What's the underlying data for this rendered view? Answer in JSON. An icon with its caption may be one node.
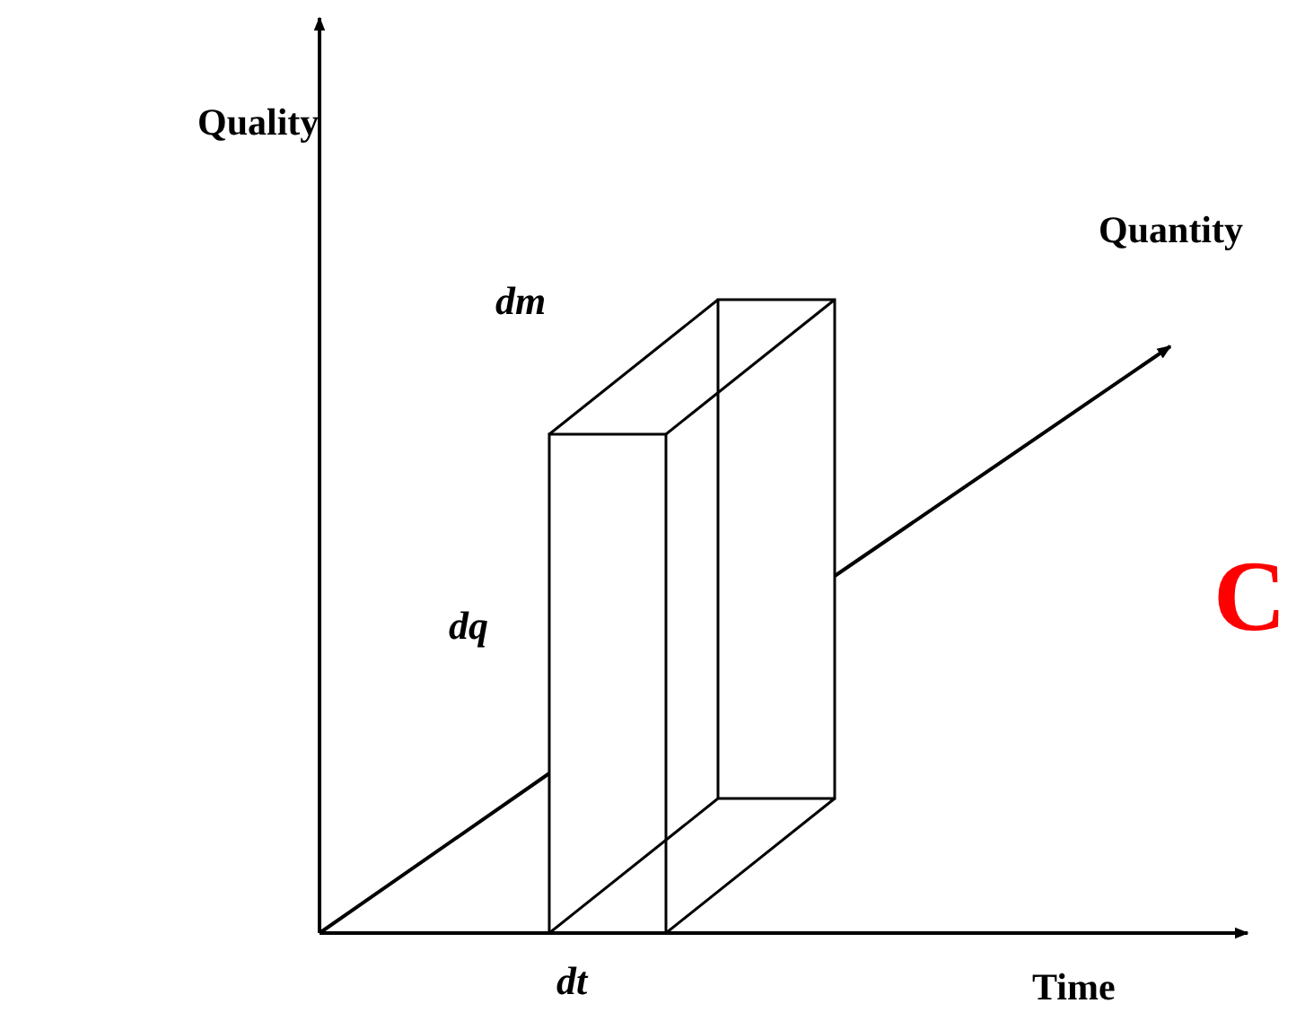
{
  "diagram": {
    "labels": [
      "Quality",
      "Quantity",
      "dm",
      "C",
      "dq",
      "dt",
      "Time"
    ]
  }
}
